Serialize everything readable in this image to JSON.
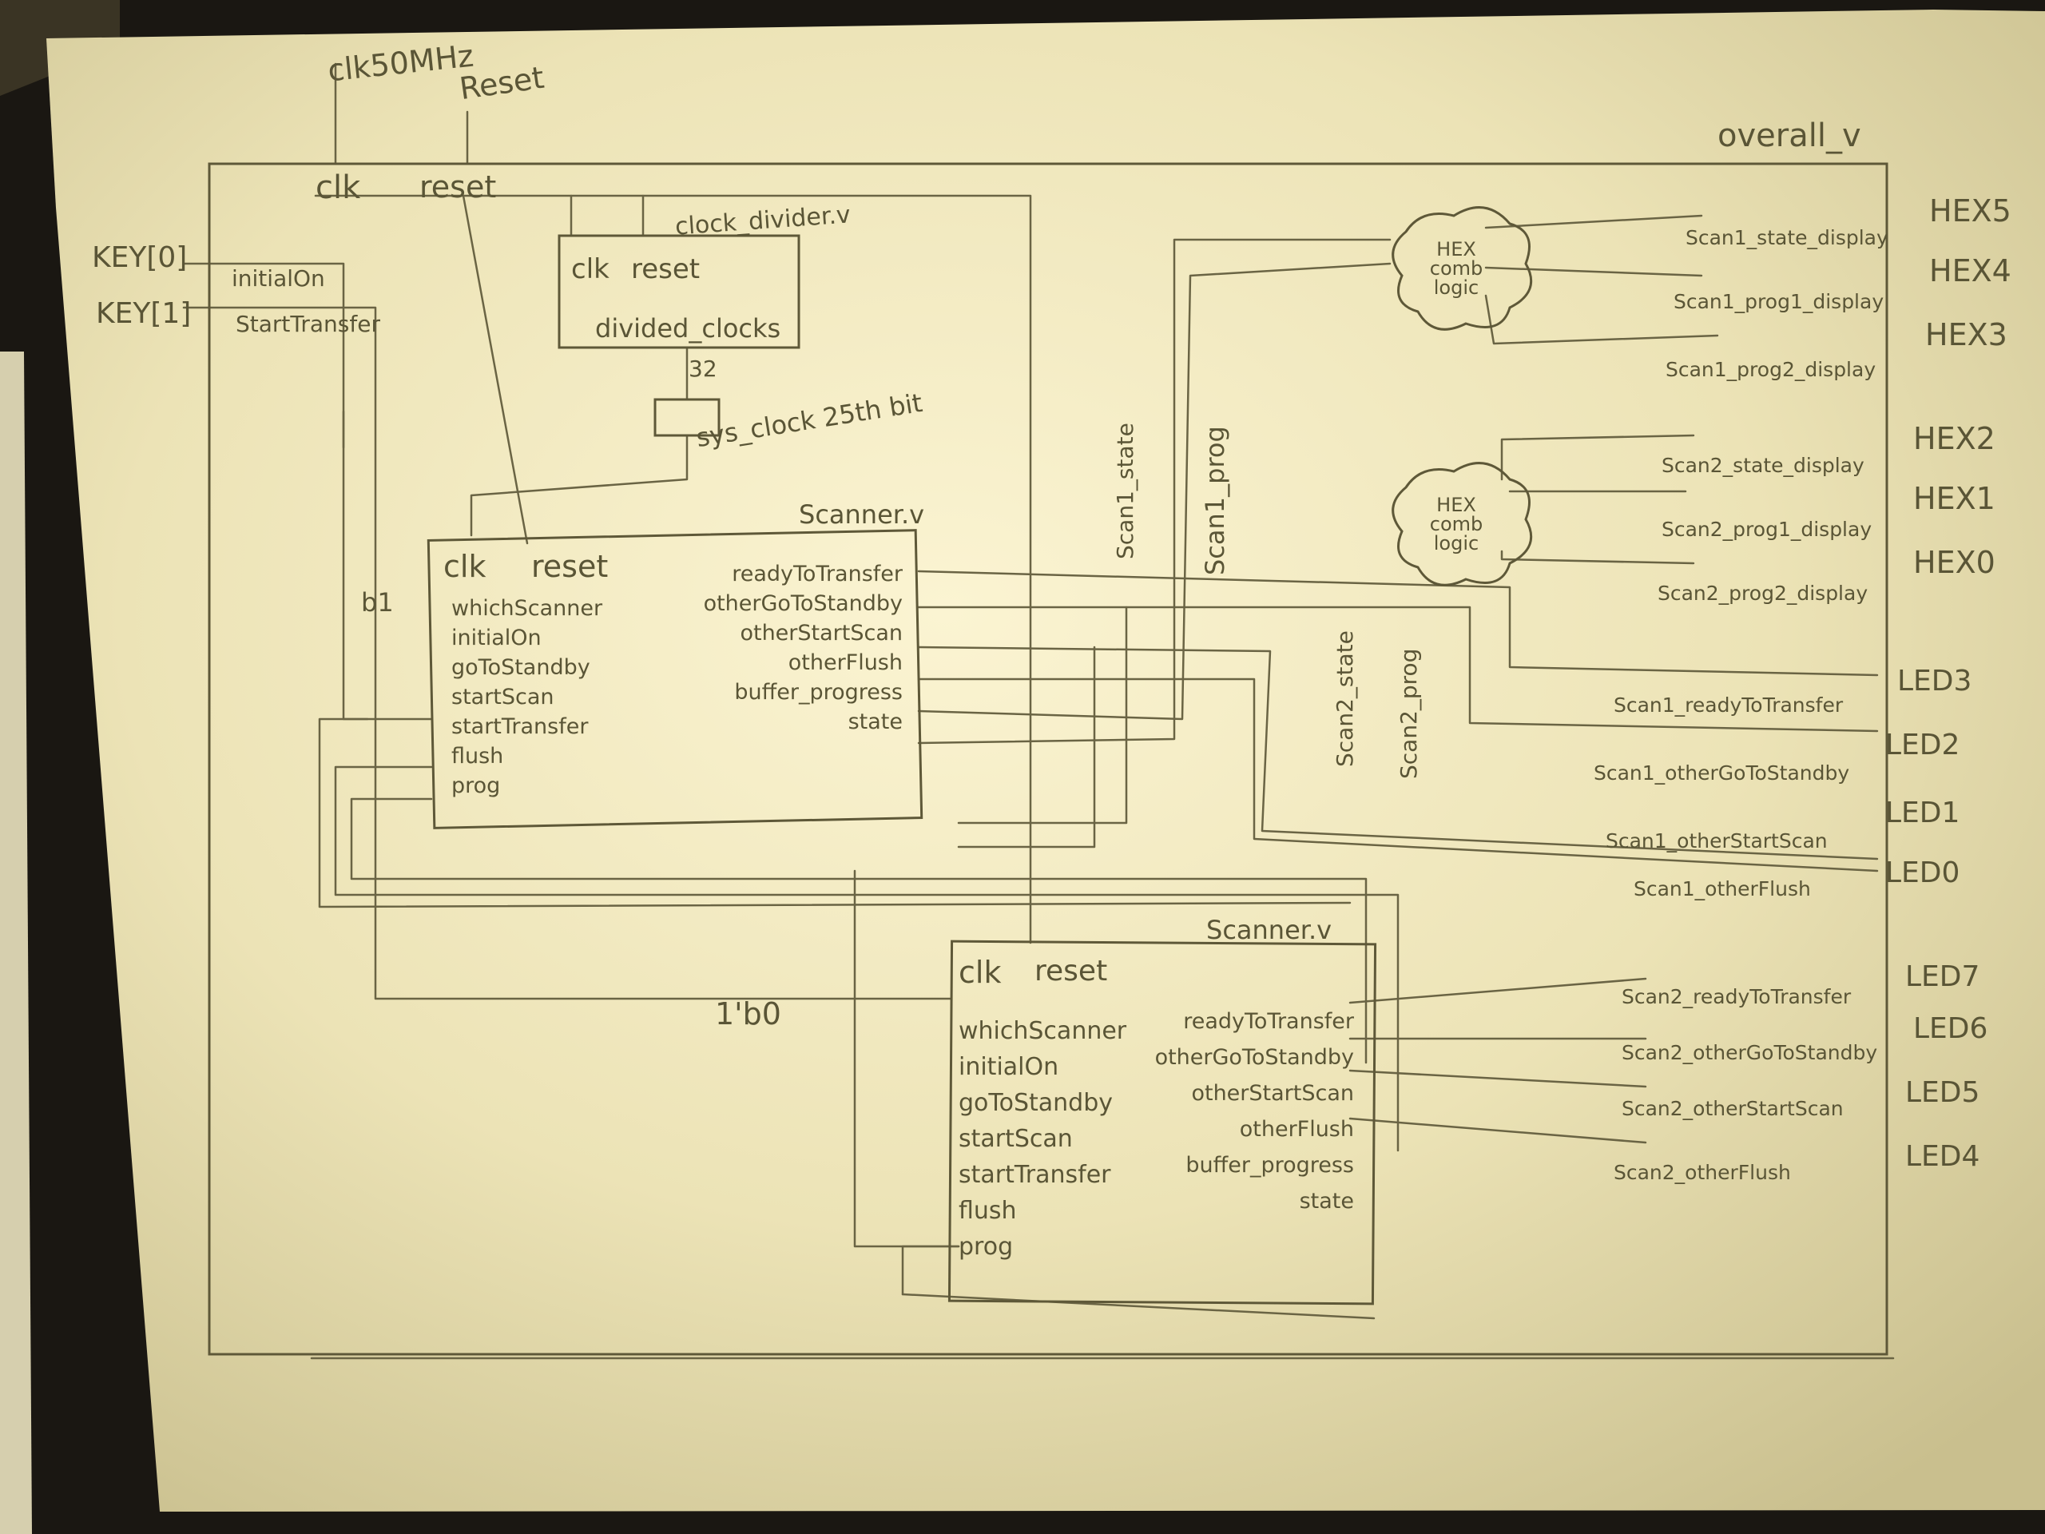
{
  "top_module": {
    "name": "overall_v"
  },
  "inputs": {
    "clk": "clk50MHz",
    "reset": "Reset",
    "key0": "KEY[0]",
    "key1": "KEY[1]"
  },
  "top_ports": {
    "clk": "clk",
    "reset": "reset",
    "initial_on": "initialOn",
    "start_transfer": "StartTransfer"
  },
  "clock_divider": {
    "name": "clock_divider.v",
    "ports": {
      "clk": "clk",
      "reset": "reset",
      "out": "divided_clocks"
    },
    "bus_width": "32",
    "sys_clock": "sys_clock 25th bit"
  },
  "scanner1": {
    "name": "Scanner.v",
    "whichscanner_value": "b1",
    "in_ports": [
      "clk",
      "reset",
      "whichScanner",
      "initialOn",
      "goToStandby",
      "startScan",
      "startTransfer",
      "flush",
      "prog"
    ],
    "out_ports": [
      "readyToTransfer",
      "otherGoToStandby",
      "otherStartScan",
      "otherFlush",
      "buffer_progress",
      "state"
    ]
  },
  "scanner2": {
    "name": "Scanner.v",
    "whichscanner_value": "1'b0",
    "in_ports": [
      "clk",
      "reset",
      "whichScanner",
      "initialOn",
      "goToStandby",
      "startScan",
      "startTransfer",
      "flush",
      "prog"
    ],
    "out_ports": [
      "readyToTransfer",
      "otherGoToStandby",
      "otherStartScan",
      "otherFlush",
      "buffer_progress",
      "state"
    ]
  },
  "hex_logic": {
    "label": "HEX comb logic"
  },
  "bus_labels": {
    "scan1_state": "Scan1_state",
    "scan1_prog": "Scan1_prog",
    "scan2_state": "Scan2_state",
    "scan2_prog": "Scan2_prog"
  },
  "hex_signals": [
    "Scan1_state_display",
    "Scan1_prog1_display",
    "Scan1_prog2_display",
    "Scan2_state_display",
    "Scan2_prog1_display",
    "Scan2_prog2_display"
  ],
  "hex_outputs": [
    "HEX5",
    "HEX4",
    "HEX3",
    "HEX2",
    "HEX1",
    "HEX0"
  ],
  "led_signals": [
    "Scan1_readyToTransfer",
    "Scan1_otherGoToStandby",
    "Scan1_otherStartScan",
    "Scan1_otherFlush",
    "Scan2_readyToTransfer",
    "Scan2_otherGoToStandby",
    "Scan2_otherStartScan",
    "Scan2_otherFlush"
  ],
  "led_outputs": [
    "LED3",
    "LED2",
    "LED1",
    "LED0",
    "LED7",
    "LED6",
    "LED5",
    "LED4"
  ],
  "colors": {
    "background": "#1a1712",
    "paper": "#f3ecc6",
    "pencil": "#5a5536"
  }
}
